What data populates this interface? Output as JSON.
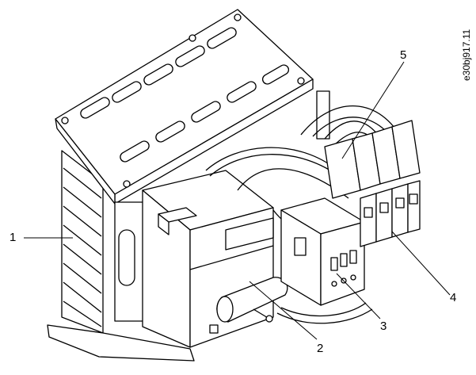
{
  "figure": {
    "drawing_code": "e30bj917.11",
    "callouts": [
      {
        "number": "1"
      },
      {
        "number": "2"
      },
      {
        "number": "3"
      },
      {
        "number": "4"
      },
      {
        "number": "5"
      }
    ]
  }
}
